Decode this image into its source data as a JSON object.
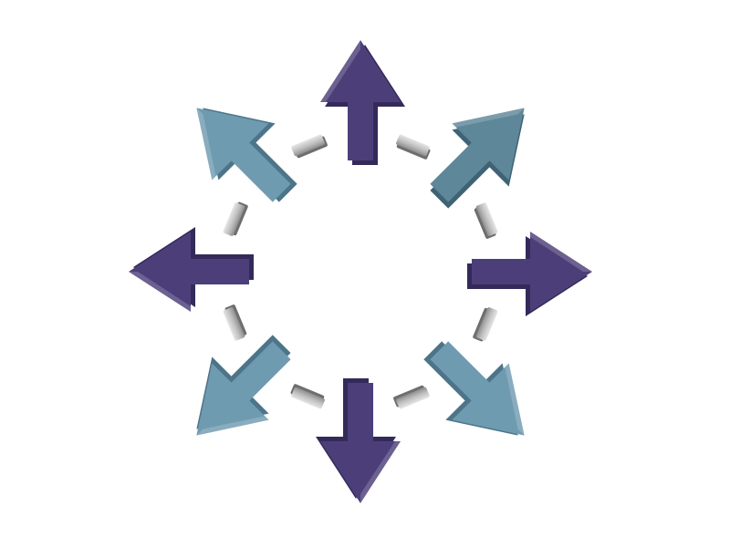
{
  "diagram": {
    "arrows": [
      {
        "direction": "up",
        "icon": "arrow-up-icon",
        "color": "#4c3f79",
        "side": "#342a5a"
      },
      {
        "direction": "up-right",
        "icon": "arrow-up-right-icon",
        "color": "#5e8799",
        "side": "#3f6374"
      },
      {
        "direction": "right",
        "icon": "arrow-right-icon",
        "color": "#4c3f79",
        "side": "#342a5a"
      },
      {
        "direction": "down-right",
        "icon": "arrow-down-right-icon",
        "color": "#6f9bb0",
        "side": "#4d7488"
      },
      {
        "direction": "down",
        "icon": "arrow-down-icon",
        "color": "#4c3f79",
        "side": "#342a5a"
      },
      {
        "direction": "down-left",
        "icon": "arrow-down-left-icon",
        "color": "#6f9bb0",
        "side": "#4d7488"
      },
      {
        "direction": "left",
        "icon": "arrow-left-icon",
        "color": "#4c3f79",
        "side": "#342a5a"
      },
      {
        "direction": "up-left",
        "icon": "arrow-up-left-icon",
        "color": "#6f9bb0",
        "side": "#4d7488"
      }
    ],
    "ring": {
      "segment_icon": "ring-segment-icon",
      "segment_count": 8,
      "color_light": "#e6e6e6",
      "color_dark": "#8d8d8d"
    },
    "background": "#ffffff"
  }
}
